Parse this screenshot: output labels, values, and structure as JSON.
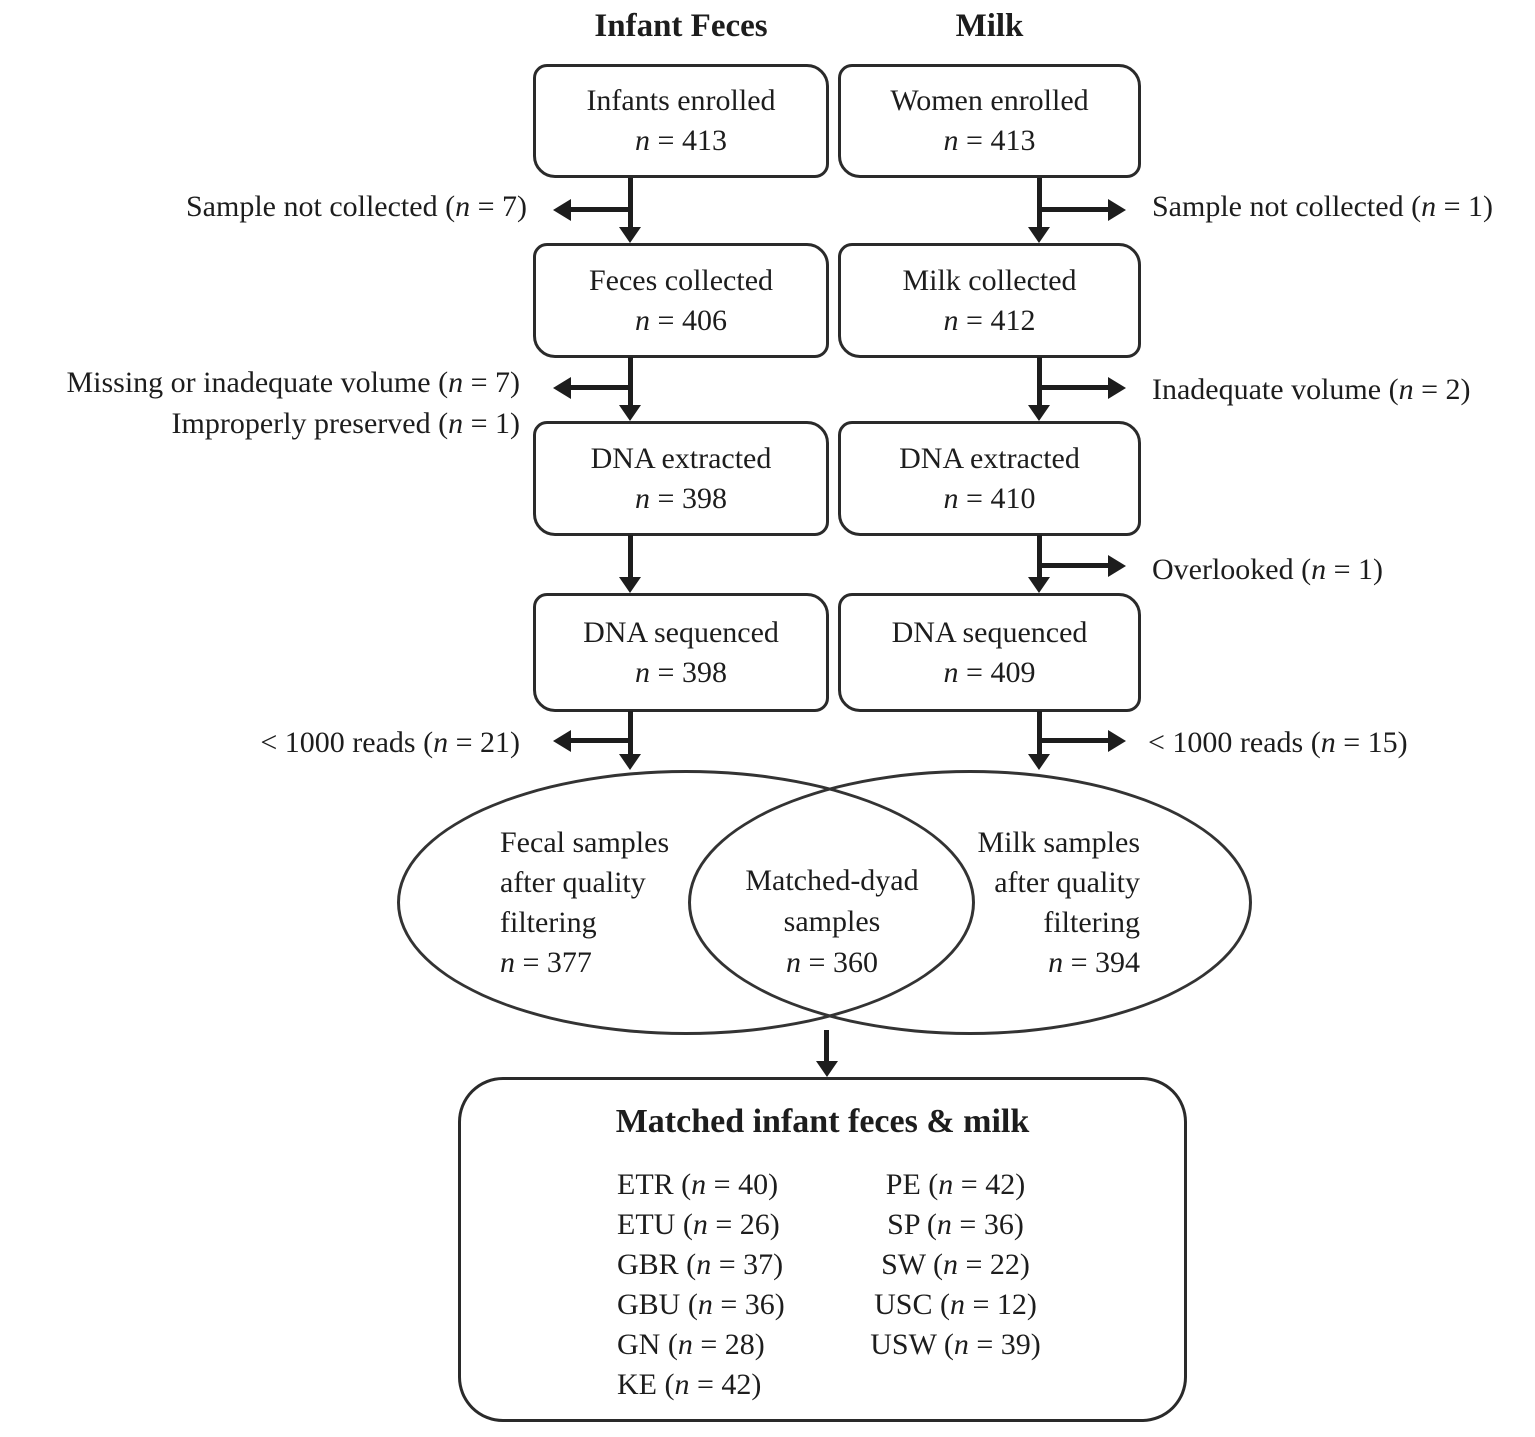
{
  "diagram": {
    "column_headers": {
      "left": "Infant Feces",
      "right": "Milk"
    },
    "boxes": {
      "infants_enrolled": {
        "label": "Infants enrolled",
        "count": "n = 413"
      },
      "women_enrolled": {
        "label": "Women enrolled",
        "count": "n = 413"
      },
      "feces_collected": {
        "label": "Feces collected",
        "count": "n = 406"
      },
      "milk_collected": {
        "label": "Milk  collected",
        "count": "n = 412"
      },
      "dna_extracted_feces": {
        "label": "DNA extracted",
        "count": "n = 398"
      },
      "dna_extracted_milk": {
        "label": "DNA extracted",
        "count": "n = 410"
      },
      "dna_sequenced_feces": {
        "label": "DNA sequenced",
        "count": "n = 398"
      },
      "dna_sequenced_milk": {
        "label": "DNA sequenced",
        "count": "n = 409"
      }
    },
    "exclusions": {
      "left_sample_not_collected": "Sample not collected (n = 7)",
      "right_sample_not_collected": "Sample not collected (n = 1)",
      "left_missing_volume": "Missing or inadequate volume (n = 7)",
      "left_improperly_preserved": "Improperly preserved (n = 1)",
      "right_inadequate_volume": "Inadequate volume (n = 2)",
      "right_overlooked": "Overlooked (n = 1)",
      "left_low_reads": "< 1000 reads (n = 21)",
      "right_low_reads": "< 1000 reads (n = 15)"
    },
    "venn": {
      "fecal_lines": [
        "Fecal samples",
        "after quality",
        "filtering",
        "n = 377"
      ],
      "matched_lines": [
        "Matched-dyad",
        "samples",
        "n = 360"
      ],
      "milk_lines": [
        "Milk  samples",
        "after quality",
        "filtering",
        "n = 394"
      ]
    },
    "matched_box": {
      "title": "Matched infant  feces & milk",
      "column1": [
        "ETR (n = 40)",
        "ETU (n = 26)",
        "GBR (n = 37)",
        "GBU (n = 36)",
        "GN (n = 28)",
        "KE (n = 42)"
      ],
      "column2": [
        "PE (n = 42)",
        "SP (n = 36)",
        "SW (n = 22)",
        "USC (n = 12)",
        "USW (n = 39)"
      ]
    }
  }
}
